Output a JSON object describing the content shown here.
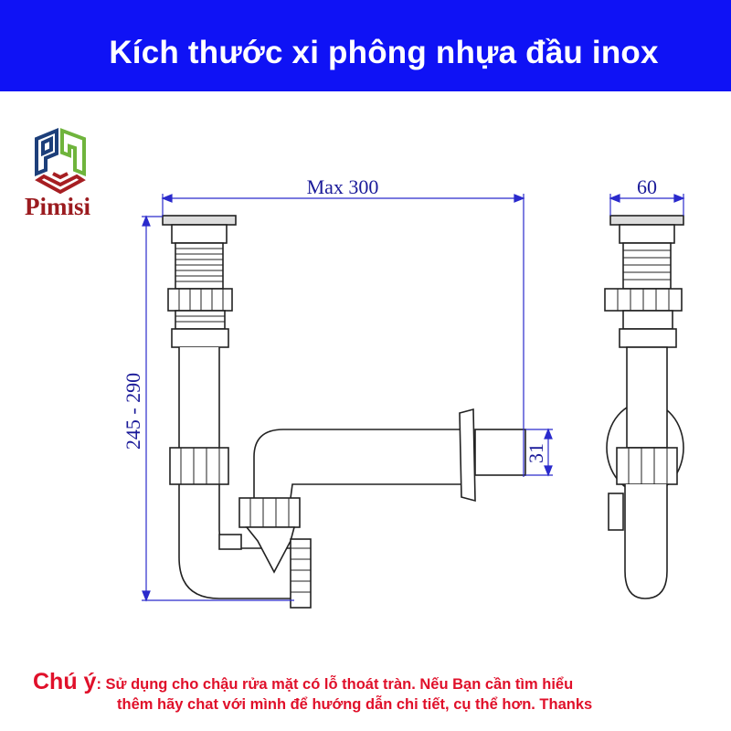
{
  "header": {
    "title": "Kích thước xi phông nhựa đầu inox"
  },
  "brand": {
    "name": "Pimisi"
  },
  "dimensions": {
    "width_max": "Max 300",
    "height_range": "245 - 290",
    "outlet_diameter": "31",
    "top_width": "60"
  },
  "note": {
    "lead": "Chú ý",
    "line1": ": Sử dụng cho chậu rửa mặt có lỗ thoát tràn. Nếu Bạn cần tìm hiểu",
    "line2": "thêm hãy chat với mình để hướng dẫn chi tiết, cụ thể hơn. Thanks"
  },
  "colors": {
    "header": "#0f12f5",
    "dimension": "#2a2acc",
    "note": "#e0102a",
    "brand": "#9b1b1f"
  }
}
